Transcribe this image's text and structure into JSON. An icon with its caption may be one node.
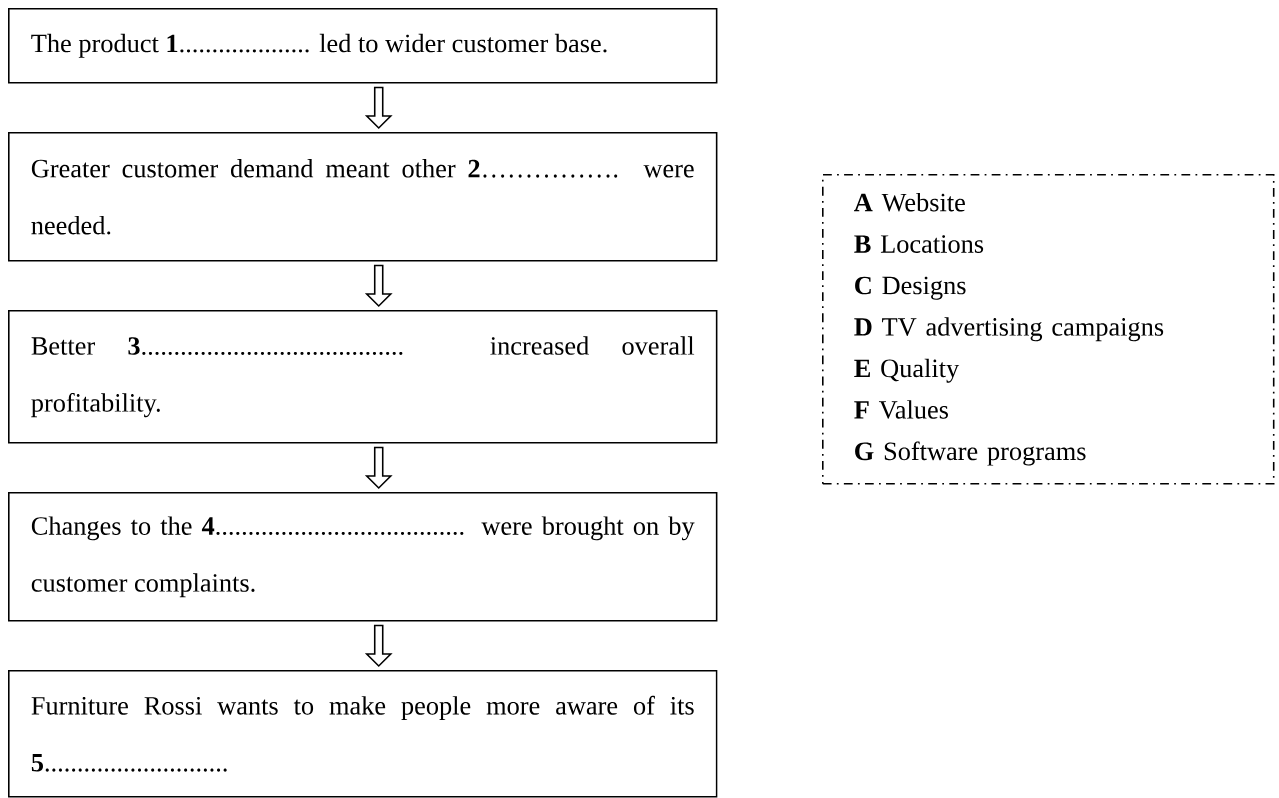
{
  "diagram": {
    "nodes": [
      {
        "text": [
          "The product **1**.................... led to wider customer base."
        ]
      },
      {
        "text": [
          "Greater customer demand meant other **2**……………. were needed."
        ]
      },
      {
        "text": [
          "Better **3**........................................ increased overall profitability."
        ]
      },
      {
        "text": [
          "Changes to the **4**...................................... were brought on by customer complaints."
        ]
      },
      {
        "text": [
          "Furniture Rossi wants to make people more aware of its **5**............................"
        ]
      },
      {
        "text": [
          "**A** Website",
          "**B** Locations",
          "**C** Designs",
          "**D** TV advertising campaigns",
          "**E** Quality",
          "**F** Values",
          "**G** Software programs"
        ]
      }
    ],
    "edges": [
      {
        "from": 0,
        "to": 1,
        "arrow": "to"
      },
      {
        "from": 1,
        "to": 2,
        "arrow": "to"
      },
      {
        "from": 2,
        "to": 3,
        "arrow": "to"
      },
      {
        "from": 3,
        "to": 4,
        "arrow": "to"
      }
    ]
  }
}
